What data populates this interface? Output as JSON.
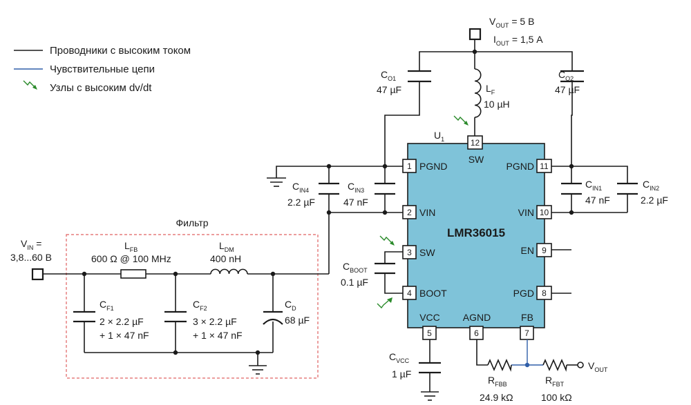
{
  "legend": {
    "high_current": "Проводники с высоким током",
    "sensitive": "Чувствительные цепи",
    "high_dvdt": "Узлы с высоким dv/dt"
  },
  "colors": {
    "wire": "#1a1a1a",
    "sensitive": "#2f5ea8",
    "ic_fill": "#7fc3d9",
    "filter_border": "#e06060",
    "dvdt_arrow": "#2a8a2a"
  },
  "ic": {
    "ref_main": "U",
    "ref_sub": "1",
    "name": "LMR36015",
    "pins": {
      "p1": {
        "num": "1",
        "label": "PGND"
      },
      "p2": {
        "num": "2",
        "label": "VIN"
      },
      "p3": {
        "num": "3",
        "label": "SW"
      },
      "p4": {
        "num": "4",
        "label": "BOOT"
      },
      "p5": {
        "num": "5",
        "label": "VCC"
      },
      "p6": {
        "num": "6",
        "label": "AGND"
      },
      "p7": {
        "num": "7",
        "label": "FB"
      },
      "p8": {
        "num": "8",
        "label": "PGD"
      },
      "p9": {
        "num": "9",
        "label": "EN"
      },
      "p10": {
        "num": "10",
        "label": "VIN"
      },
      "p11": {
        "num": "11",
        "label": "PGND"
      },
      "p12": {
        "num": "12",
        "label": "SW"
      }
    }
  },
  "output": {
    "vout_main": "V",
    "vout_sub": "OUT",
    "vout_value": "=   5 В",
    "iout_main": "I",
    "iout_sub": "OUT",
    "iout_value": "=  1,5 А"
  },
  "input": {
    "vin_main": "V",
    "vin_sub": "IN",
    "vin_eq": " =",
    "vin_range": "3,8...60 В"
  },
  "filter": {
    "title": "Фильтр"
  },
  "components": {
    "co1": {
      "main": "C",
      "sub": "O1",
      "value": "47 µF"
    },
    "co2": {
      "main": "C",
      "sub": "O2",
      "value": "47 µF"
    },
    "lf": {
      "main": "L",
      "sub": "F",
      "value": "10 µH"
    },
    "cin4": {
      "main": "C",
      "sub": "IN4",
      "value": "2.2 µF"
    },
    "cin3": {
      "main": "C",
      "sub": "IN3",
      "value": "47 nF"
    },
    "cin1": {
      "main": "C",
      "sub": "IN1",
      "value": "47 nF"
    },
    "cin2": {
      "main": "C",
      "sub": "IN2",
      "value": "2.2 µF"
    },
    "lfb": {
      "main": "L",
      "sub": "FB",
      "value": "600 Ω @ 100 MHz"
    },
    "ldm": {
      "main": "L",
      "sub": "DM",
      "value": "400 nH"
    },
    "cf1": {
      "main": "C",
      "sub": "F1",
      "value1": "2 × 2.2 µF",
      "value2": "+ 1 × 47 nF"
    },
    "cf2": {
      "main": "C",
      "sub": "F2",
      "value1": "3 × 2.2 µF",
      "value2": "+ 1 × 47 nF"
    },
    "cd": {
      "main": "C",
      "sub": "D",
      "value": "68 µF"
    },
    "cboot": {
      "main": "C",
      "sub": "BOOT",
      "value": "0.1 µF"
    },
    "cvcc": {
      "main": "C",
      "sub": "VCC",
      "value": "1 µF"
    },
    "rfbb": {
      "main": "R",
      "sub": "FBB",
      "value": "24.9 kΩ"
    },
    "rfbt": {
      "main": "R",
      "sub": "FBT",
      "value": "100 kΩ"
    },
    "vout_fb": {
      "main": "V",
      "sub": "OUT"
    }
  }
}
